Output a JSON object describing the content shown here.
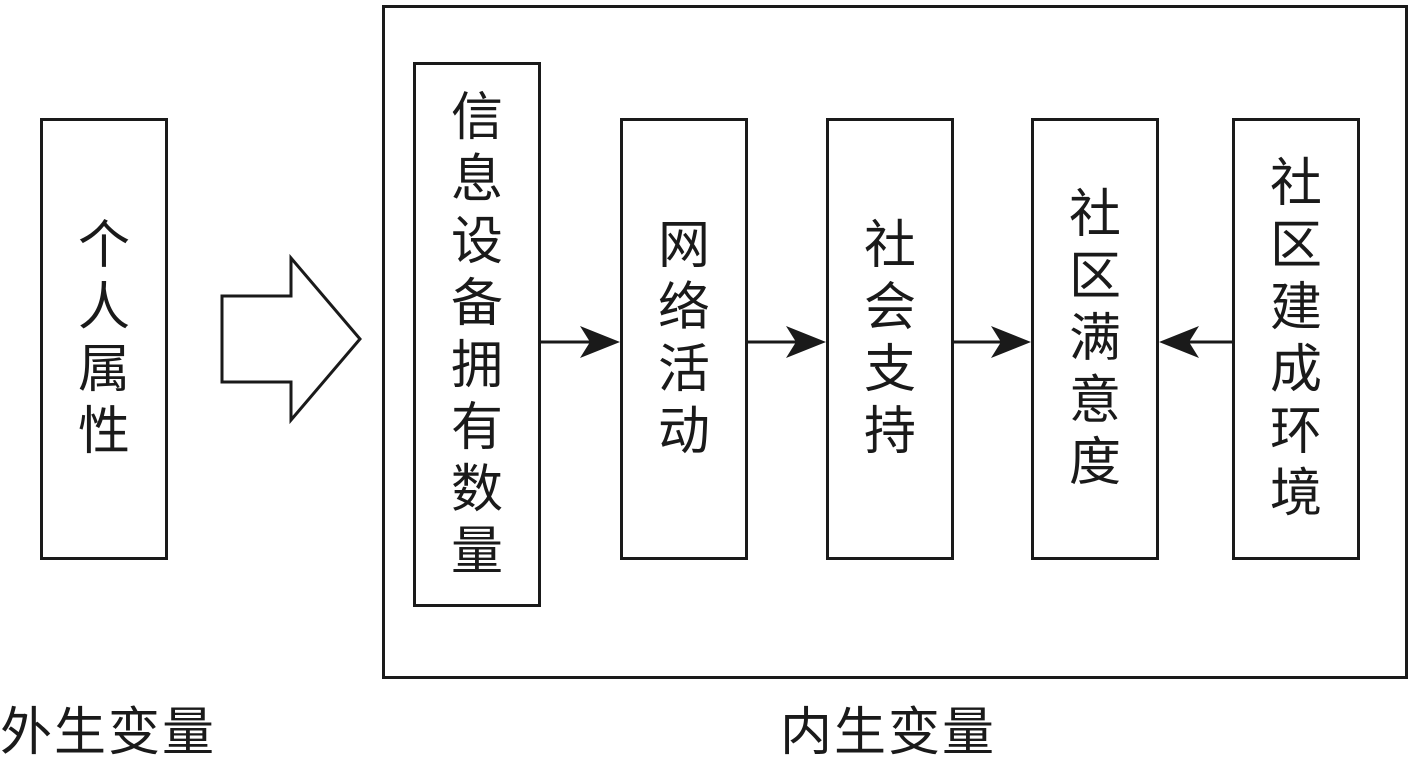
{
  "nodes": {
    "personal": "个人属性",
    "devices": "信息设备拥有数量",
    "online": "网络活动",
    "social": "社会支持",
    "satisfaction": "社区满意度",
    "built_env": "社区建成环境"
  },
  "captions": {
    "exogenous": "外生变量",
    "endogenous": "内生变量"
  },
  "colors": {
    "stroke": "#1a1a1a",
    "background": "#ffffff"
  }
}
